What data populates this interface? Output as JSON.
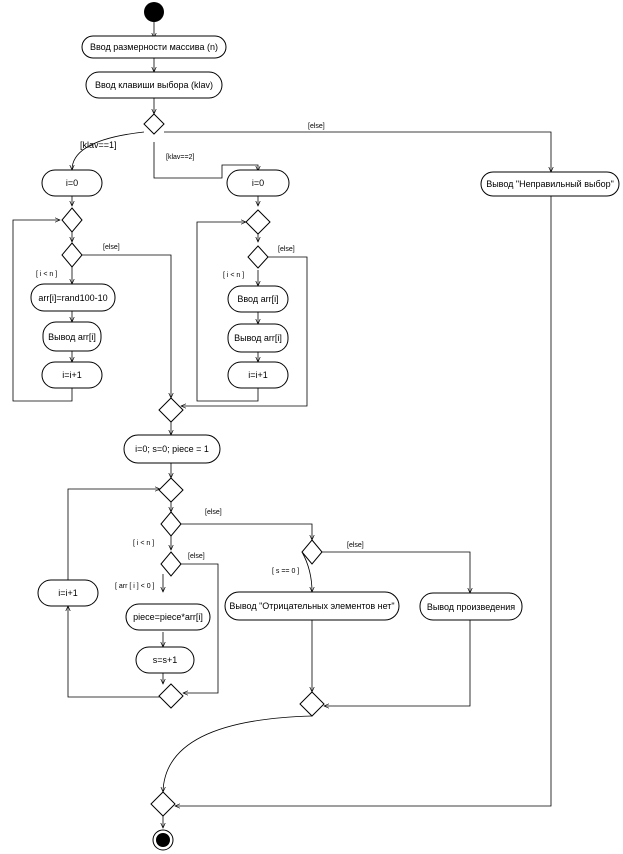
{
  "activities": {
    "input_size": "Ввод размерности массива (n)",
    "input_key": "Ввод клавиши выбора (klav)",
    "wrong_choice": "Вывод \"Неправильный выбор\"",
    "i0_left": "i=0",
    "i0_right": "i=0",
    "rand_assign": "arr[i]=rand100-10",
    "out_arr_left": "Вывод arr[i]",
    "inc_left": "i=i+1",
    "input_arr": "Ввод arr[i]",
    "out_arr_right": "Вывод arr[i]",
    "inc_right": "i=i+1",
    "init_vars": "i=0; s=0; piece = 1",
    "inc_outer": "i=i+1",
    "piece_mult": "piece=piece*arr[i]",
    "s_inc": "s=s+1",
    "no_negatives": "Вывод \"Отрицательных элементов нет\"",
    "out_product": "Вывод произведения"
  },
  "guards": {
    "klav1": "[klav==1]",
    "klav2": "[klav==2]",
    "else_top": "[else]",
    "else_left_loop": "[else]",
    "i_lt_n_left": "[ i < n ]",
    "else_right_loop": "[else]",
    "i_lt_n_right": "[ i < n ]",
    "else_main": "[else]",
    "i_lt_n_main": "[ i < n ]",
    "arr_neg": "[ arr [ i ] < 0 ]",
    "else_inner": "[else]",
    "s_zero": "[ s == 0 ]",
    "else_s": "[else]"
  }
}
